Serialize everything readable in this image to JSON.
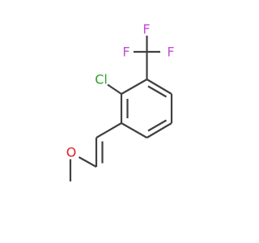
{
  "molecule": {
    "atoms": {
      "chlorine": {
        "symbol": "Cl",
        "color": "#2fa12f"
      },
      "fluorine_top": {
        "symbol": "F",
        "color": "#c44fd6"
      },
      "fluorine_left": {
        "symbol": "F",
        "color": "#c44fd6"
      },
      "fluorine_right": {
        "symbol": "F",
        "color": "#c44fd6"
      },
      "oxygen": {
        "symbol": "O",
        "color": "#e02020"
      }
    },
    "bond_color": "#404040"
  }
}
